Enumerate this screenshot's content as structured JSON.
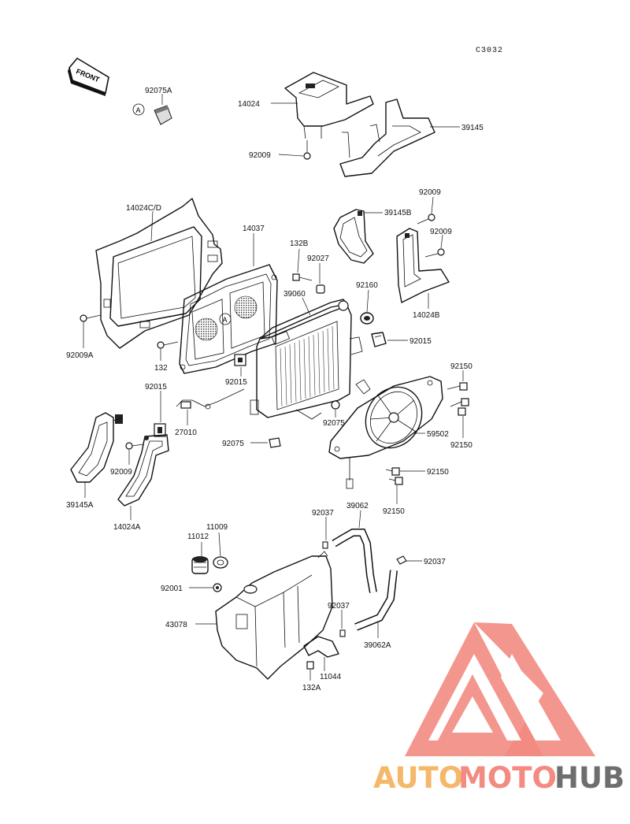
{
  "diagram": {
    "code": "C3032",
    "front_label": "FRONT",
    "ref_mark": "A",
    "labels": {
      "l92075A": "92075A",
      "l14024": "14024",
      "l39145": "39145",
      "l92009a": "92009",
      "l14024CD": "14024C/D",
      "l14037": "14037",
      "l132B": "132B",
      "l39145B": "39145B",
      "l92009b": "92009",
      "l92009c": "92009",
      "l92027": "92027",
      "l39060": "39060",
      "l92160": "92160",
      "l14024B": "14024B",
      "l92009A": "92009A",
      "l132": "132",
      "l92015a": "92015",
      "l92015b": "92015",
      "l92015c": "92015",
      "l27010": "27010",
      "l92075": "92075",
      "l92075b": "92075",
      "l92150a": "92150",
      "l92150b": "92150",
      "l59502": "59502",
      "l92009d": "92009",
      "l92150c": "92150",
      "l92150d": "92150",
      "l39145A": "39145A",
      "l14024A": "14024A",
      "l39062": "39062",
      "l92037a": "92037",
      "l11009": "11009",
      "l11012": "11012",
      "l92037b": "92037",
      "l92001": "92001",
      "l92037c": "92037",
      "l43078": "43078",
      "l39062A": "39062A",
      "l11044": "11044",
      "l132A": "132A"
    }
  },
  "watermark": {
    "part1": "AUTO",
    "part2": "MOTO",
    "part3": "HUB",
    "color1": "#f5b86a",
    "color2": "#f28b82",
    "color3": "#6e6e6e"
  }
}
